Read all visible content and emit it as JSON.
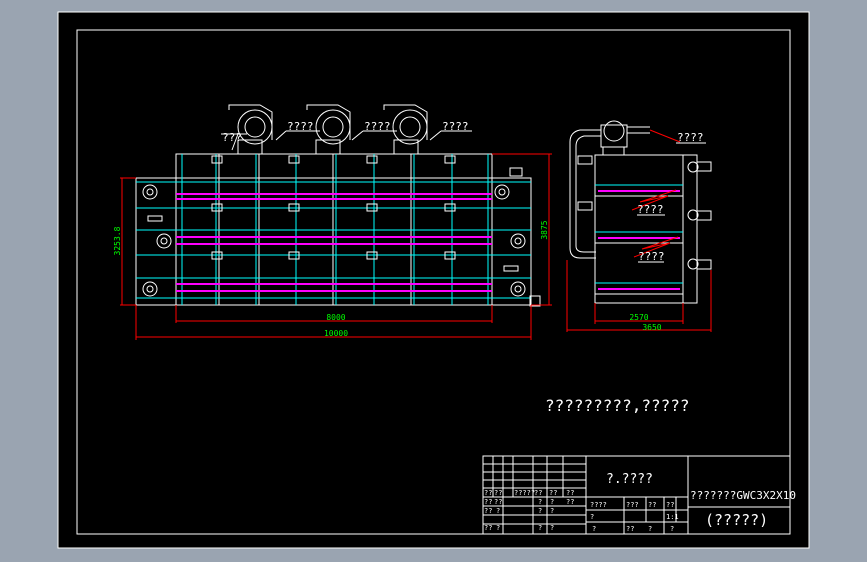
{
  "colors": {
    "background": "#9aa4b1",
    "paper": "#000000",
    "line": "#ffffff",
    "cyan": "#00ffff",
    "magenta": "#ff00ff",
    "red": "#ff0000",
    "dim_text": "#00ff00"
  },
  "front_view": {
    "fan_labels": [
      "???",
      "????",
      "????",
      "????"
    ],
    "dimensions": {
      "inner_width": "8000",
      "overall_width": "10000",
      "left_height": "3253.8",
      "right_height": "3875"
    }
  },
  "side_view": {
    "callouts": [
      "????",
      "????",
      "????"
    ],
    "dimensions": {
      "inner_width": "2570",
      "overall_width": "3650"
    }
  },
  "note": "?????????,?????",
  "title_block": {
    "material": "?.????",
    "drawing_title": "???????GWC3X2X10",
    "drawing_subtitle": "(?????)",
    "grid_left_row1": [
      "??",
      "??",
      "?????",
      "??",
      "??",
      "??"
    ],
    "grid_left_row2": [
      "??",
      "??",
      "?",
      "?",
      "??"
    ],
    "grid_left_row3": [
      "??",
      "?",
      "?",
      "?"
    ],
    "grid_left_row4": [
      "??",
      "?",
      "?",
      "?"
    ],
    "grid_mid_row1": [
      "????",
      "???",
      "??",
      "??"
    ],
    "grid_mid_row2": [
      "?",
      "1:1"
    ],
    "grid_mid_row3": [
      "?",
      "??",
      "?",
      "?"
    ]
  }
}
